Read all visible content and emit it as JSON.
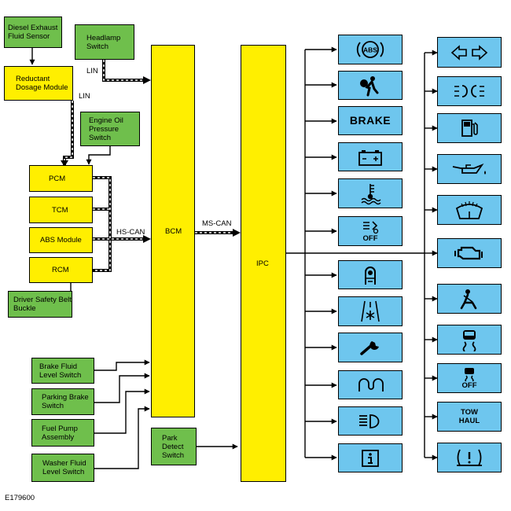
{
  "left_modules": {
    "def_sensor": "Diesel Exhaust Fluid Sensor",
    "headlamp_switch": "Headlamp Switch",
    "rdm": "Reductant Dosage Module",
    "oil_switch": "Engine Oil Pressure Switch",
    "pcm": "PCM",
    "tcm": "TCM",
    "abs_module": "ABS Module",
    "rcm": "RCM",
    "belt_buckle": "Driver Safety Belt Buckle",
    "brake_fluid": "Brake Fluid Level Switch",
    "parking_brake": "Parking Brake Switch",
    "fuel_pump": "Fuel Pump Assembly",
    "washer_fluid": "Washer Fluid Level Switch"
  },
  "center": {
    "bcm": "BCM",
    "ipc": "IPC",
    "park_detect": "Park Detect Switch"
  },
  "bus_labels": {
    "lin1": "LIN",
    "lin2": "LIN",
    "hs_can": "HS-CAN",
    "ms_can": "MS-CAN"
  },
  "indicators": {
    "abs": "ABS",
    "brake": "BRAKE",
    "off1": "OFF",
    "off2": "OFF",
    "tow_line1": "TOW",
    "tow_line2": "HAUL"
  },
  "icons": [
    "abs-warning",
    "airbag",
    "brake-text",
    "battery",
    "coolant-temp",
    "stability-control-off",
    "driver-alert",
    "snow-mode",
    "wrench",
    "glow-plug",
    "high-beam",
    "information",
    "turn-signals",
    "parking-lamps",
    "low-fuel",
    "oil-pressure",
    "washer-fluid",
    "check-engine",
    "seatbelt",
    "traction-control",
    "traction-control-off",
    "tow-haul",
    "tire-pressure"
  ],
  "figure_id": "E179600"
}
